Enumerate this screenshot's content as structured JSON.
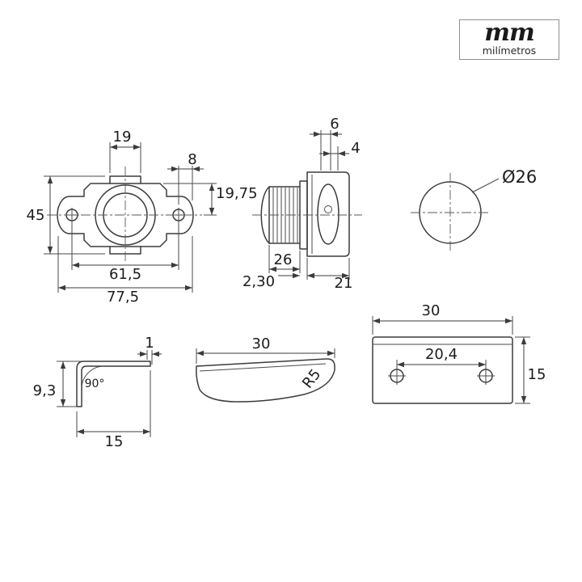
{
  "logo": {
    "title": "mm",
    "subtitle": "milímetros"
  },
  "front_view": {
    "dim_19": "19",
    "dim_8": "8",
    "dim_19_75": "19,75",
    "dim_45": "45",
    "dim_61_5": "61,5",
    "dim_77_5": "77,5"
  },
  "side_view": {
    "dim_6": "6",
    "dim_4": "4",
    "dim_26": "26",
    "dim_2_30": "2,30",
    "dim_21": "21"
  },
  "button_face_view": {
    "dim_diameter": "Ø26"
  },
  "bracket_view": {
    "dim_1": "1",
    "dim_angle": "90°",
    "dim_9_3": "9,3",
    "dim_15": "15"
  },
  "strike_side_view": {
    "dim_30": "30",
    "dim_r5": "R5"
  },
  "strike_top_view": {
    "dim_30": "30",
    "dim_20_4": "20,4",
    "dim_15": "15"
  },
  "colors": {
    "line": "#3b3b3b",
    "text": "#1c1c1c"
  }
}
